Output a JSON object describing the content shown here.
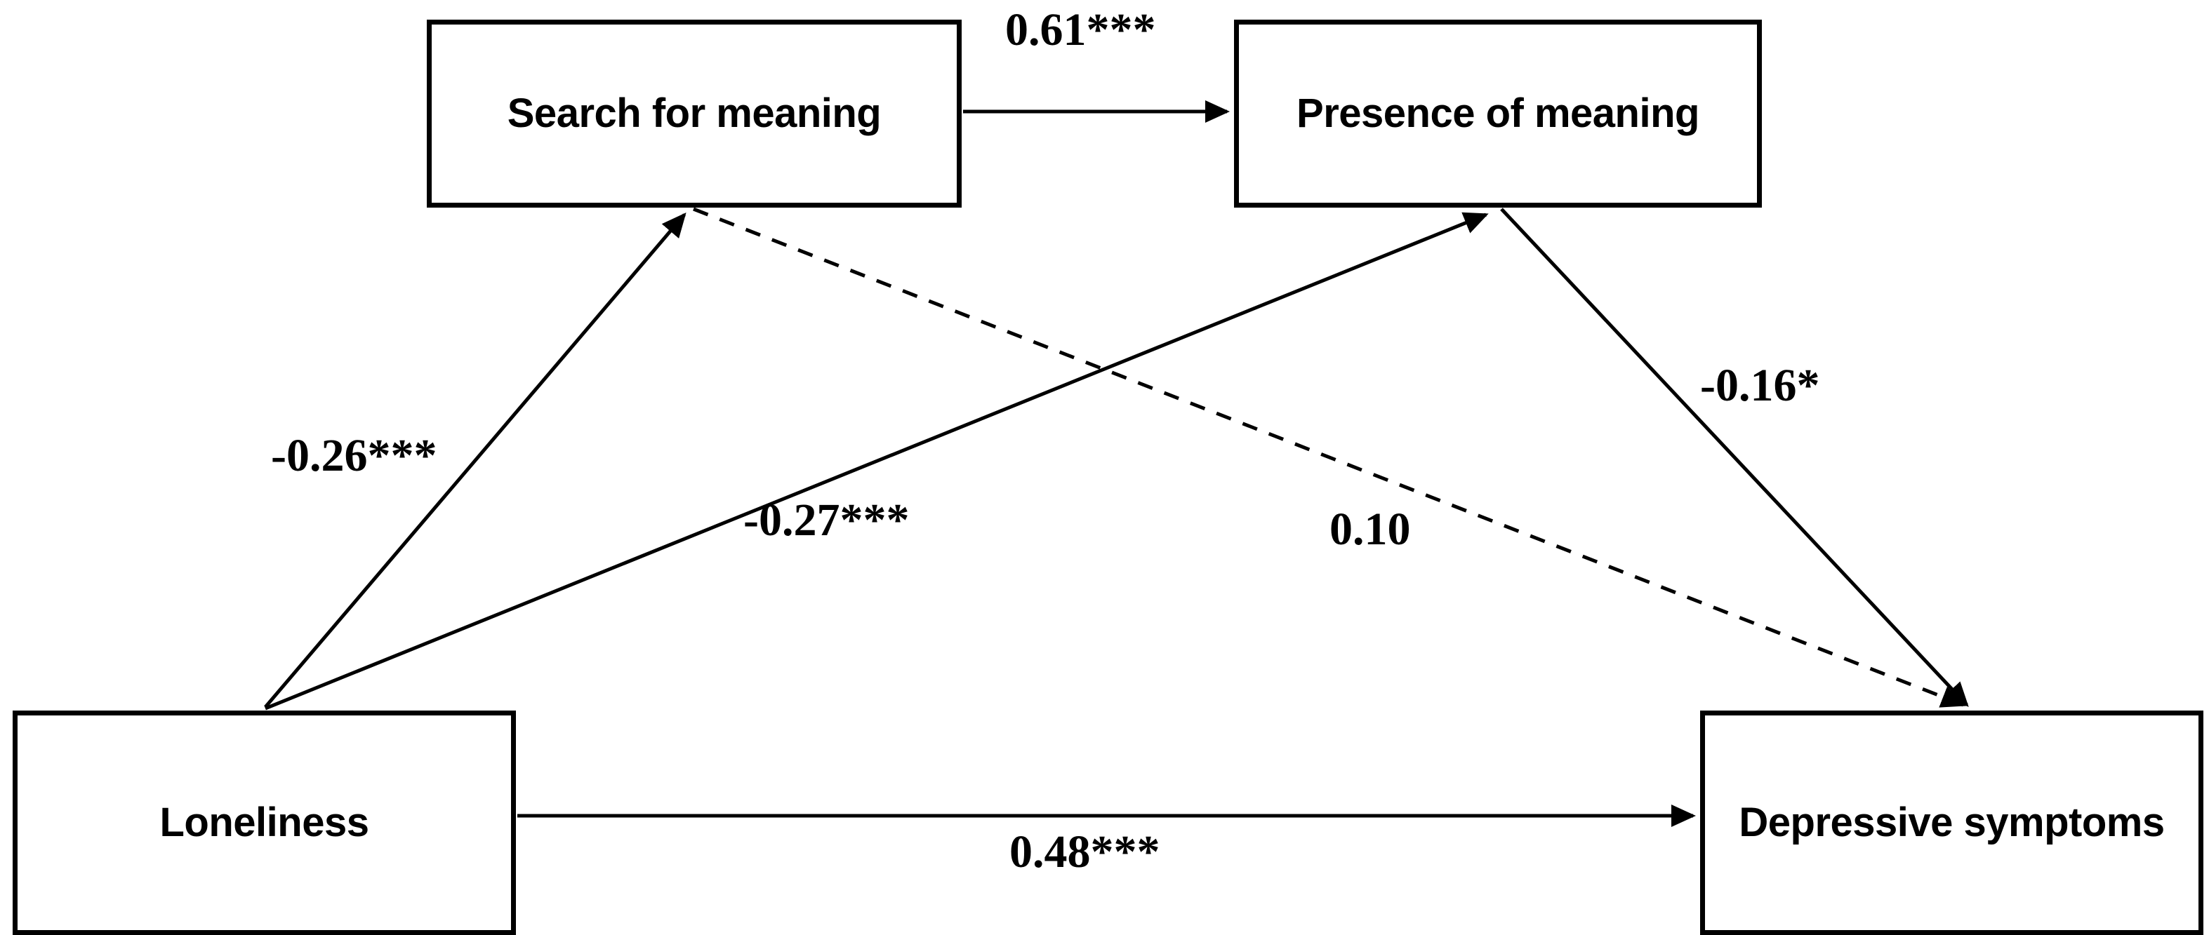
{
  "diagram": {
    "type": "path-model",
    "title": "",
    "background_color": "#ffffff",
    "line_color": "#000000",
    "nodes": [
      {
        "id": "search_for_meaning",
        "label": "Search for meaning"
      },
      {
        "id": "presence_of_meaning",
        "label": "Presence of meaning"
      },
      {
        "id": "loneliness",
        "label": "Loneliness"
      },
      {
        "id": "depressive_symptoms",
        "label": "Depressive symptoms"
      }
    ],
    "paths": [
      {
        "id": "sfm_to_pom",
        "from": "search_for_meaning",
        "to": "presence_of_meaning",
        "coefficient": "0.61***",
        "value": 0.61,
        "significance": "***",
        "style": "solid"
      },
      {
        "id": "lon_to_sfm",
        "from": "loneliness",
        "to": "search_for_meaning",
        "coefficient": "-0.26***",
        "value": -0.26,
        "significance": "***",
        "style": "solid"
      },
      {
        "id": "lon_to_pom",
        "from": "loneliness",
        "to": "presence_of_meaning",
        "coefficient": "-0.27***",
        "value": -0.27,
        "significance": "***",
        "style": "solid"
      },
      {
        "id": "sfm_to_dep",
        "from": "search_for_meaning",
        "to": "depressive_symptoms",
        "coefficient": "0.10",
        "value": 0.1,
        "significance": "",
        "style": "dashed"
      },
      {
        "id": "pom_to_dep",
        "from": "presence_of_meaning",
        "to": "depressive_symptoms",
        "coefficient": "-0.16*",
        "value": -0.16,
        "significance": "*",
        "style": "solid"
      },
      {
        "id": "lon_to_dep",
        "from": "loneliness",
        "to": "depressive_symptoms",
        "coefficient": "0.48***",
        "value": 0.48,
        "significance": "***",
        "style": "solid"
      }
    ]
  }
}
